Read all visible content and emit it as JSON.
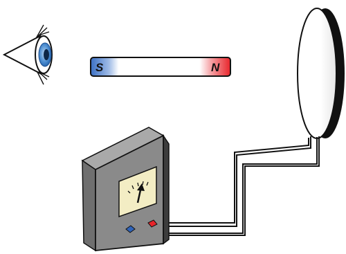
{
  "magnet": {
    "south_label": "S",
    "north_label": "N",
    "south_color": "#3a6fc4",
    "north_color": "#e8242a"
  },
  "icons": {
    "observer": "eye-icon",
    "meter": "galvanometer-icon",
    "coil": "wire-loop-coil"
  },
  "meter": {
    "terminal_negative_color": "#2f63b8",
    "terminal_positive_color": "#e8242a",
    "face_color": "#f3edc4",
    "body_color": "#8a8a8a"
  }
}
